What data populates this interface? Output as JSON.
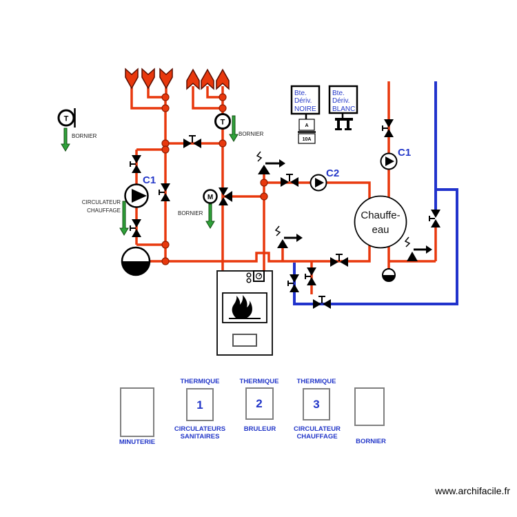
{
  "colors": {
    "pipe_hot": "#e8380d",
    "pipe_cold": "#2133cc",
    "label_blue": "#2236c8",
    "arrow_green": "#2fa13a",
    "dot_edge": "#8f1d00"
  },
  "sensors": {
    "t": "T"
  },
  "labels": {
    "bornier": "BORNIER",
    "circulateur": "CIRCULATEUR",
    "chauffage": "CHAUFFAGE"
  },
  "pumps": {
    "c1": "C1",
    "c2": "C2",
    "m": "M"
  },
  "derivation_boxes": {
    "noire": [
      "Bte.",
      "Dériv.",
      "NOIRE"
    ],
    "blanc": [
      "Bte.",
      "Dériv.",
      "BLANC"
    ],
    "fuse": {
      "top": "A",
      "bottom": "10A"
    }
  },
  "water_heater": [
    "Chauffe-",
    "eau"
  ],
  "legend": {
    "thermique": "THERMIQUE",
    "items": [
      {
        "number": "",
        "caption": [
          "MINUTERIE"
        ]
      },
      {
        "number": "1",
        "caption": [
          "CIRCULATEURS",
          "SANITAIRES"
        ]
      },
      {
        "number": "2",
        "caption": [
          "BRULEUR"
        ]
      },
      {
        "number": "3",
        "caption": [
          "CIRCULATEUR",
          "CHAUFFAGE"
        ]
      },
      {
        "number": "",
        "caption": [
          "BORNIER"
        ]
      }
    ]
  },
  "watermark": "www.archifacile.fr"
}
